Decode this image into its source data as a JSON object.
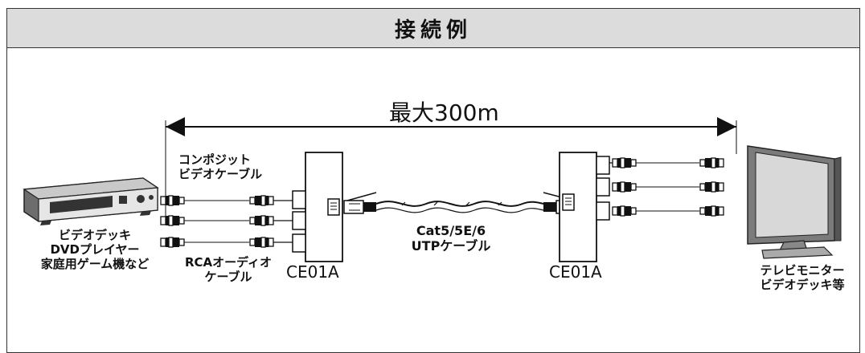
{
  "header": {
    "title": "接続例"
  },
  "distance_label": "最大300m",
  "left_device": {
    "lines": [
      "ビデオデッキ",
      "DVDプレイヤー",
      "家庭用ゲーム機など"
    ]
  },
  "composite_cable": {
    "lines": [
      "コンポジット",
      "ビデオケーブル"
    ]
  },
  "rca_cable": {
    "lines": [
      "RCAオーディオ",
      "ケーブル"
    ]
  },
  "utp_cable": {
    "lines": [
      "Cat5/5E/6",
      "UTPケーブル"
    ]
  },
  "left_unit": {
    "model": "CE01A"
  },
  "right_unit": {
    "model": "CE01A"
  },
  "right_device": {
    "lines": [
      "テレビモニター",
      "ビデオデッキ等"
    ]
  },
  "colors": {
    "header_bg": "#dcdcdc",
    "line": "#111111",
    "device_grey": "#8a8a8a"
  },
  "icons": [
    "dvd-player-icon",
    "monitor-icon",
    "extender-unit-icon",
    "rca-plug-icon",
    "rj45-plug-icon"
  ]
}
